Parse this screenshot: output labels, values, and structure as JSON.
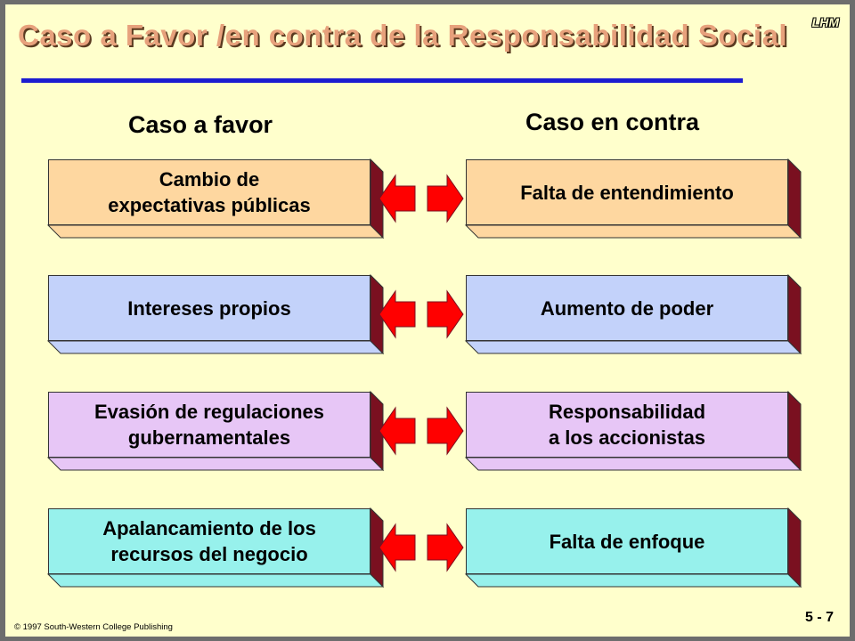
{
  "slide": {
    "title": "Caso a  Favor /en contra de la Responsabilidad Social",
    "logo": "LHM",
    "col_favor": "Caso a favor",
    "col_contra": "Caso en contra",
    "copyright": "©  1997 South-Western College Publishing",
    "page_number": "5 - 7"
  },
  "rows": [
    {
      "favor": "Cambio de\nexpectativas públicas",
      "contra": "Falta de entendimiento",
      "color": "#fed7a0",
      "side": "#8b1a1a"
    },
    {
      "favor": "Intereses propios",
      "contra": "Aumento de poder",
      "color": "#c3d2fa",
      "side": "#8b1a1a"
    },
    {
      "favor": "Evasión de regulaciones\ngubernamentales",
      "contra": "Responsabilidad\na los accionistas",
      "color": "#e7c6f6",
      "side": "#8b1a1a"
    },
    {
      "favor": "Apalancamiento de los\nrecursos del negocio",
      "contra": "Falta de enfoque",
      "color": "#97f1ec",
      "side": "#8b1a1a"
    }
  ],
  "arrow_color": "#ff0000"
}
